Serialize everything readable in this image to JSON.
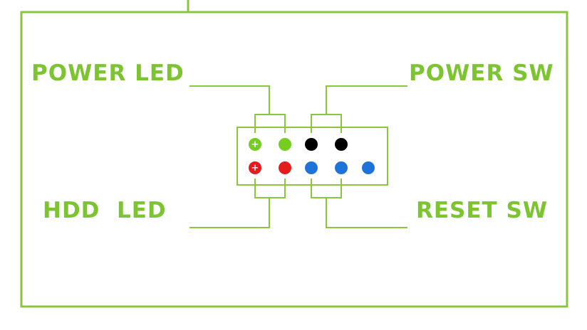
{
  "colors": {
    "line": "#8cc63f",
    "label": "#7cc431",
    "pin_green": "#77cc22",
    "pin_black": "#000000",
    "pin_red": "#e41c1c",
    "pin_blue": "#1e73d8"
  },
  "labels": {
    "power_led": "POWER LED",
    "power_sw": "POWER SW",
    "hdd_led": "HDD  LED",
    "reset_sw": "RESET SW"
  },
  "header": {
    "top_row": [
      {
        "color": "green",
        "polarity": "+"
      },
      {
        "color": "green",
        "polarity": ""
      },
      {
        "color": "black",
        "polarity": ""
      },
      {
        "color": "black",
        "polarity": ""
      }
    ],
    "bottom_row": [
      {
        "color": "red",
        "polarity": "+"
      },
      {
        "color": "red",
        "polarity": ""
      },
      {
        "color": "blue",
        "polarity": ""
      },
      {
        "color": "blue",
        "polarity": ""
      },
      {
        "color": "blue",
        "polarity": ""
      }
    ]
  }
}
